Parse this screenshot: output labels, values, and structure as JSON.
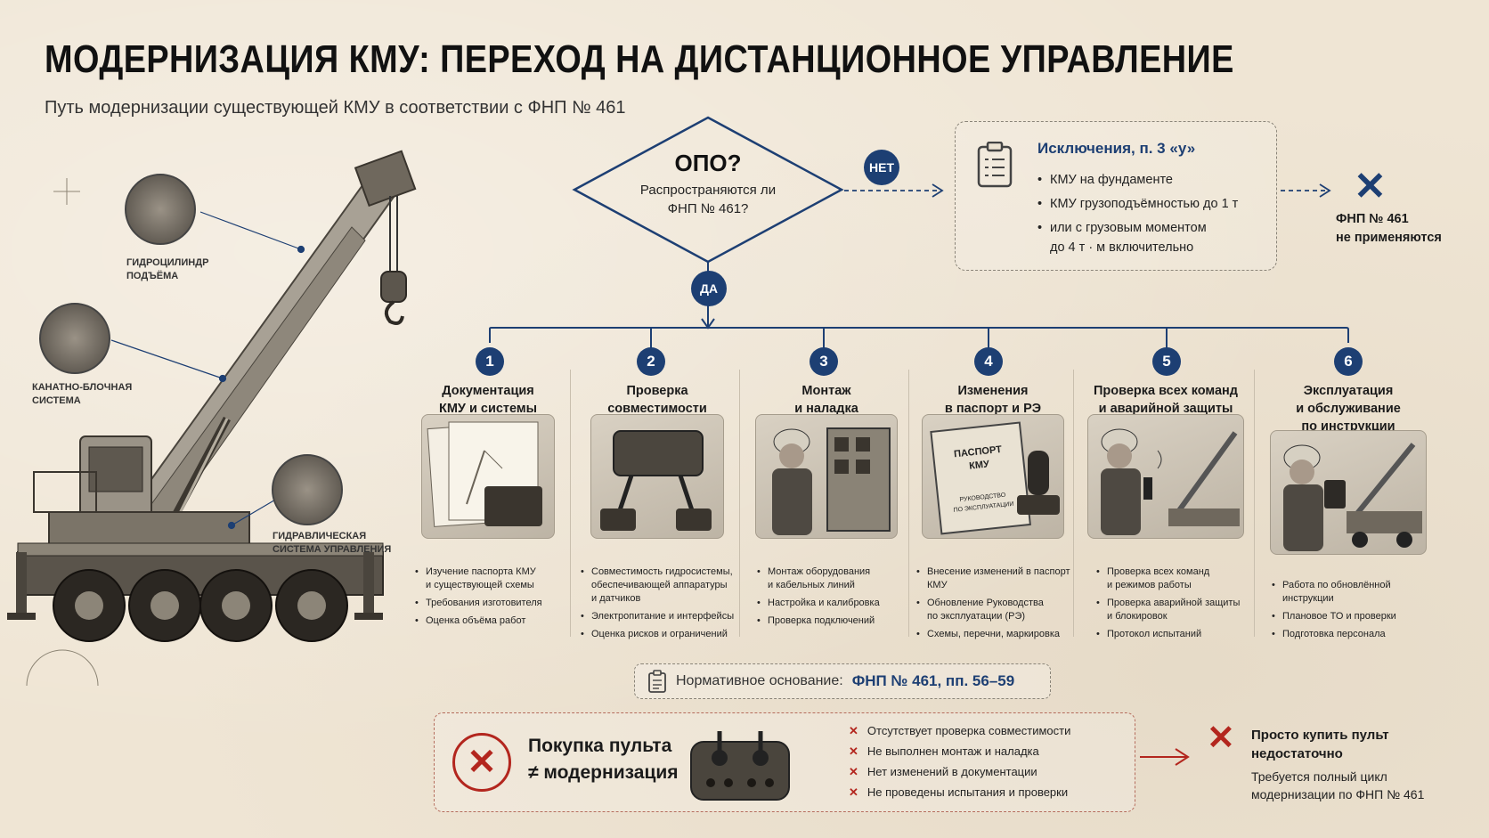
{
  "title": "МОДЕРНИЗАЦИЯ КМУ: ПЕРЕХОД НА ДИСТАНЦИОННОЕ УПРАВЛЕНИЕ",
  "subtitle": "Путь модернизации существующей КМУ в соответствии с ФНП № 461",
  "crane": {
    "labels": {
      "hydro_cylinder": [
        "ГИДРОЦИЛИНДР",
        "ПОДЪЁМА"
      ],
      "rope_block": [
        "КАНАТНО-БЛОЧНАЯ",
        "СИСТЕМА"
      ],
      "hydraulic_system": [
        "ГИДРАВЛИЧЕСКАЯ",
        "СИСТЕМА УПРАВЛЕНИЯ"
      ]
    }
  },
  "decision": {
    "question": "ОПО?",
    "sub": [
      "Распространяются ли",
      "ФНП № 461?"
    ],
    "no_label": "НЕТ",
    "yes_label": "ДА"
  },
  "exceptions": {
    "title": "Исключения, п. 3 «у»",
    "items": [
      "КМУ на фундаменте",
      "КМУ грузоподъёмностью до 1 т",
      "или с грузовым моментом",
      "до 4 т · м включительно"
    ]
  },
  "not_applicable": [
    "ФНП № 461",
    "не применяются"
  ],
  "steps": [
    {
      "num": "1",
      "title": [
        "Документация",
        "КМУ и системы"
      ],
      "bullets": [
        "Изучение паспорта КМУ",
        "и существующей схемы",
        "Требования изготовителя",
        "Оценка объёма работ"
      ]
    },
    {
      "num": "2",
      "title": [
        "Проверка",
        "совместимости"
      ],
      "bullets": [
        "Совместимость гидросистемы,",
        "обеспечивающей аппаратуры",
        "и датчиков",
        "Электропитание и интерфейсы",
        "Оценка рисков и ограничений"
      ]
    },
    {
      "num": "3",
      "title": [
        "Монтаж",
        "и наладка"
      ],
      "bullets": [
        "Монтаж оборудования",
        "и кабельных линий",
        "Настройка и калибровка",
        "Проверка подключений"
      ]
    },
    {
      "num": "4",
      "title": [
        "Изменения",
        "в паспорт и РЭ"
      ],
      "bullets": [
        "Внесение изменений в паспорт",
        "КМУ",
        "Обновление Руководства",
        "по эксплуатации (РЭ)",
        "Схемы, перечни, маркировка"
      ]
    },
    {
      "num": "5",
      "title": [
        "Проверка всех команд",
        "и аварийной защиты"
      ],
      "bullets": [
        "Проверка всех команд",
        "и режимов работы",
        "Проверка аварийной защиты",
        "и блокировок",
        "Протокол испытаний"
      ]
    },
    {
      "num": "6",
      "title": [
        "Эксплуатация",
        "и обслуживание",
        "по инструкции"
      ],
      "bullets": [
        "Работа по обновлённой",
        "инструкции",
        "Плановое ТО и проверки",
        "Подготовка персонала"
      ]
    }
  ],
  "step4_passport": [
    "ПАСПОРТ",
    "КМУ",
    "РУКОВОДСТВО",
    "ПО ЭКСПЛУАТАЦИИ"
  ],
  "norm": {
    "label": "Нормативное основание:",
    "value": "ФНП № 461, пп. 56–59"
  },
  "purchase": {
    "text": [
      "Покупка пульта",
      "≠ модернизация"
    ],
    "items": [
      "Отсутствует проверка совместимости",
      "Не выполнен монтаж и наладка",
      "Нет изменений в документации",
      "Не проведены испытания и проверки"
    ]
  },
  "final": {
    "title": [
      "Просто купить пульт",
      "недостаточно"
    ],
    "sub": [
      "Требуется полный цикл",
      "модернизации по ФНП № 461"
    ]
  },
  "colors": {
    "accent": "#1d3f73",
    "danger": "#b3261e",
    "background": "#efe5d4"
  },
  "icons": [
    "clipboard-icon",
    "cross-icon",
    "arrow-icon"
  ]
}
